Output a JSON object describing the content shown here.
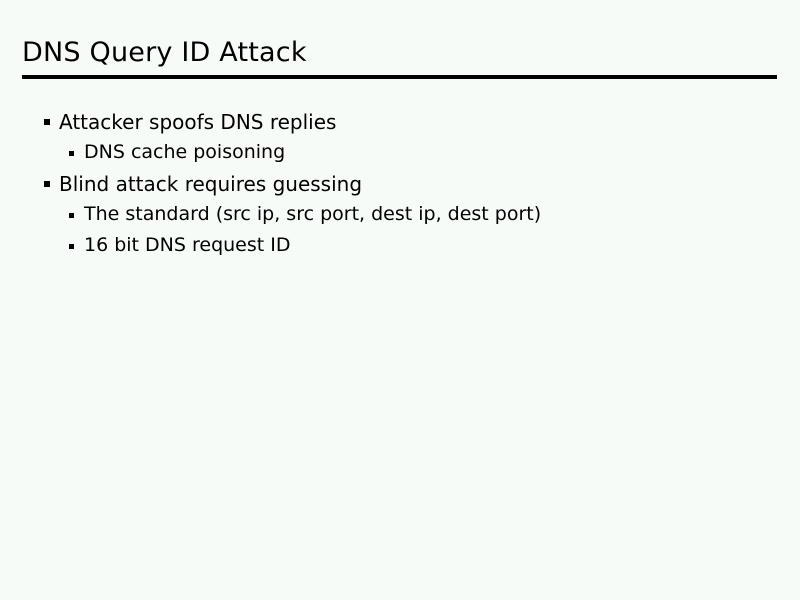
{
  "slide": {
    "title": "DNS Query ID Attack",
    "background_color": "#f6fbf8",
    "text_color": "#000000",
    "rule_color": "#000000",
    "bullets": [
      {
        "level": 1,
        "marker": "square-bullet",
        "text": "Attacker spoofs DNS replies"
      },
      {
        "level": 2,
        "marker": "square-bullet",
        "text": "DNS cache poisoning"
      },
      {
        "level": 1,
        "marker": "square-bullet",
        "text": "Blind attack requires guessing"
      },
      {
        "level": 2,
        "marker": "square-bullet",
        "text": "The standard (src ip, src port, dest ip, dest port)"
      },
      {
        "level": 2,
        "marker": "square-bullet",
        "text": "16 bit DNS request ID"
      }
    ]
  }
}
